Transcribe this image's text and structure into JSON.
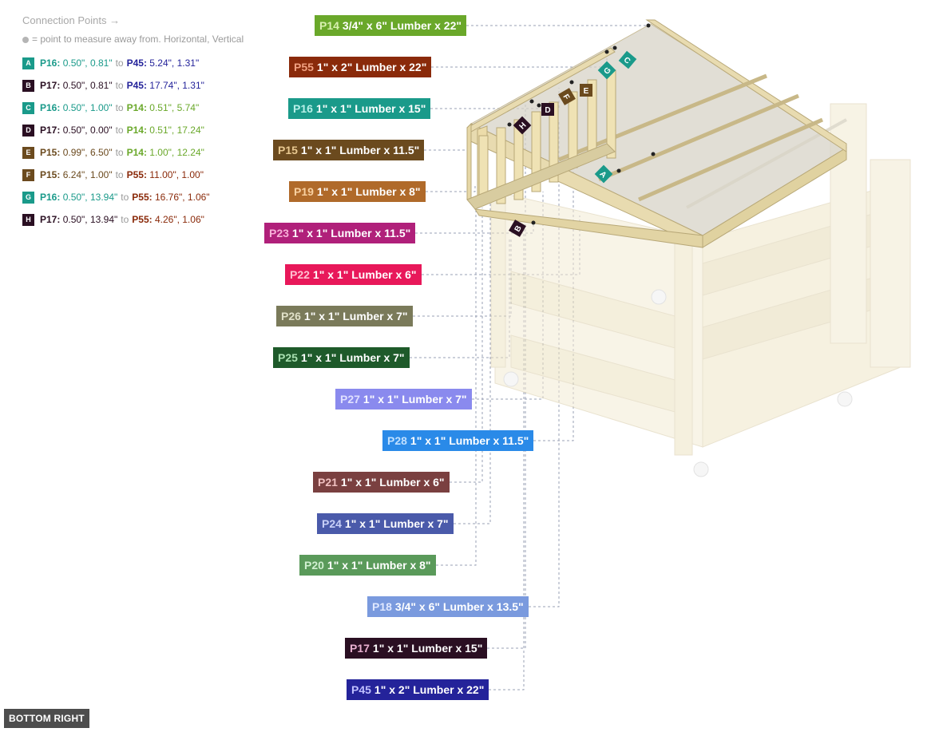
{
  "legend": {
    "title": "Connection Points →",
    "note": "= point to measure away from. Horizontal, Vertical",
    "to_word": "to",
    "connections": [
      {
        "letter": "A",
        "color": "#1a9a8a",
        "from_part": "P16:",
        "from_coords": "0.50\", 0.81\"",
        "from_color": "#1a9a8a",
        "to_part": "P45:",
        "to_coords": "5.24\", 1.31\"",
        "to_color": "#24239a"
      },
      {
        "letter": "B",
        "color": "#2a0f22",
        "from_part": "P17:",
        "from_coords": "0.50\", 0.81\"",
        "from_color": "#2a0f22",
        "to_part": "P45:",
        "to_coords": "17.74\", 1.31\"",
        "to_color": "#24239a"
      },
      {
        "letter": "C",
        "color": "#1a9a8a",
        "from_part": "P16:",
        "from_coords": "0.50\", 1.00\"",
        "from_color": "#1a9a8a",
        "to_part": "P14:",
        "to_coords": "0.51\", 5.74\"",
        "to_color": "#6aa82a"
      },
      {
        "letter": "D",
        "color": "#2a0f22",
        "from_part": "P17:",
        "from_coords": "0.50\", 0.00\"",
        "from_color": "#2a0f22",
        "to_part": "P14:",
        "to_coords": "0.51\", 17.24\"",
        "to_color": "#6aa82a"
      },
      {
        "letter": "E",
        "color": "#6b4a1e",
        "from_part": "P15:",
        "from_coords": "0.99\", 6.50\"",
        "from_color": "#6b4a1e",
        "to_part": "P14:",
        "to_coords": "1.00\", 12.24\"",
        "to_color": "#6aa82a"
      },
      {
        "letter": "F",
        "color": "#6b4a1e",
        "from_part": "P15:",
        "from_coords": "6.24\", 1.00\"",
        "from_color": "#6b4a1e",
        "to_part": "P55:",
        "to_coords": "11.00\", 1.00\"",
        "to_color": "#8a2a0a"
      },
      {
        "letter": "G",
        "color": "#1a9a8a",
        "from_part": "P16:",
        "from_coords": "0.50\", 13.94\"",
        "from_color": "#1a9a8a",
        "to_part": "P55:",
        "to_coords": "16.76\", 1.06\"",
        "to_color": "#8a2a0a"
      },
      {
        "letter": "H",
        "color": "#2a0f22",
        "from_part": "P17:",
        "from_coords": "0.50\", 13.94\"",
        "from_color": "#2a0f22",
        "to_part": "P55:",
        "to_coords": "4.26\", 1.06\"",
        "to_color": "#8a2a0a"
      }
    ]
  },
  "parts": [
    {
      "id": "P14",
      "desc": "3/4\" x 6\" Lumber x 22\"",
      "bg": "#6aa82a",
      "id_color": "#d8f0b0"
    },
    {
      "id": "P55",
      "desc": "1\" x 2\" Lumber x 22\"",
      "bg": "#8a2a0a",
      "id_color": "#f0a080"
    },
    {
      "id": "P16",
      "desc": "1\" x 1\" Lumber  x 15\"",
      "bg": "#1a9a8a",
      "id_color": "#b8f0e8"
    },
    {
      "id": "P15",
      "desc": "1\" x 1\" Lumber  x 11.5\"",
      "bg": "#6b4a1e",
      "id_color": "#e8c890"
    },
    {
      "id": "P19",
      "desc": "1\" x 1\" Lumber  x 8\"",
      "bg": "#b06a2a",
      "id_color": "#f8d0a0"
    },
    {
      "id": "P23",
      "desc": "1\" x 1\" Lumber  x 11.5\"",
      "bg": "#b0207a",
      "id_color": "#f8b0d8"
    },
    {
      "id": "P22",
      "desc": "1\" x 1\" Lumber  x 6\"",
      "bg": "#e8185a",
      "id_color": "#ffc0d0"
    },
    {
      "id": "P26",
      "desc": "1\" x 1\" Lumber  x 7\"",
      "bg": "#7a7a5a",
      "id_color": "#e0e0c8"
    },
    {
      "id": "P25",
      "desc": "1\" x 1\" Lumber  x 7\"",
      "bg": "#1e5a2a",
      "id_color": "#a8e0b0"
    },
    {
      "id": "P27",
      "desc": "1\" x 1\" Lumber  x 7\"",
      "bg": "#8a8aee",
      "id_color": "#e0e0ff"
    },
    {
      "id": "P28",
      "desc": "1\" x 1\" Lumber  x 11.5\"",
      "bg": "#2a8ae8",
      "id_color": "#c0e0ff"
    },
    {
      "id": "P21",
      "desc": "1\" x 1\" Lumber  x 6\"",
      "bg": "#7a4040",
      "id_color": "#f0c0c0"
    },
    {
      "id": "P24",
      "desc": "1\" x 1\" Lumber  x 7\"",
      "bg": "#4a5aaa",
      "id_color": "#c8d0f8"
    },
    {
      "id": "P20",
      "desc": "1\" x 1\" Lumber  x 8\"",
      "bg": "#5a9a5a",
      "id_color": "#d0f0d0"
    },
    {
      "id": "P18",
      "desc": "3/4\" x 6\" Lumber x 13.5\"",
      "bg": "#7a9ade",
      "id_color": "#e0e8ff"
    },
    {
      "id": "P17",
      "desc": "1\" x 1\" Lumber  x 15\"",
      "bg": "#2a0f22",
      "id_color": "#e8b0d0"
    },
    {
      "id": "P45",
      "desc": "1\" x 2\" Lumber x 22\"",
      "bg": "#24239a",
      "id_color": "#c0c0ff"
    }
  ],
  "markers": [
    {
      "letter": "A",
      "color": "#1a9a8a"
    },
    {
      "letter": "B",
      "color": "#2a0f22"
    },
    {
      "letter": "C",
      "color": "#1a9a8a"
    },
    {
      "letter": "D",
      "color": "#2a0f22"
    },
    {
      "letter": "E",
      "color": "#6b4a1e"
    },
    {
      "letter": "F",
      "color": "#6b4a1e"
    },
    {
      "letter": "G",
      "color": "#1a9a8a"
    },
    {
      "letter": "H",
      "color": "#2a0f22"
    }
  ],
  "view_button": "BOTTOM RIGHT"
}
